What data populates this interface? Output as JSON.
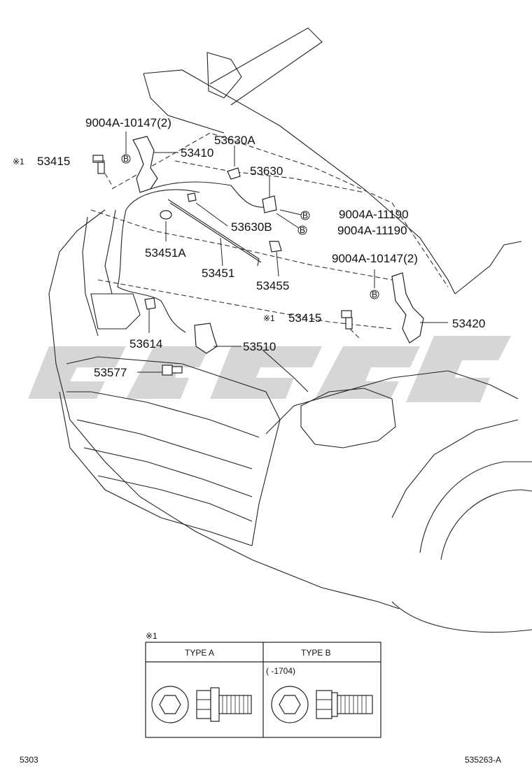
{
  "labels": {
    "p9004A_10147_top": "9004A-10147(2)",
    "p53415_left": "53415",
    "note_mark_left": "※1",
    "p53410": "53410",
    "p53630A": "53630A",
    "p53630": "53630",
    "p9004A_11190_a": "9004A-11190",
    "p9004A_11190_b": "9004A-11190",
    "p53630B": "53630B",
    "p53451A": "53451A",
    "p53451": "53451",
    "p53455": "53455",
    "p9004A_10147_right": "9004A-10147(2)",
    "note_mark_right": "※1",
    "p53415_right": "53415",
    "p53420": "53420",
    "p53614": "53614",
    "p53510": "53510",
    "p53577": "53577",
    "bolt_marker": "B"
  },
  "table": {
    "note_mark": "※1",
    "type_a": "TYPE A",
    "type_b": "TYPE B",
    "type_b_range": "(      -1704)"
  },
  "footer": {
    "page_code": "5303",
    "figure_code": "535263-A"
  }
}
